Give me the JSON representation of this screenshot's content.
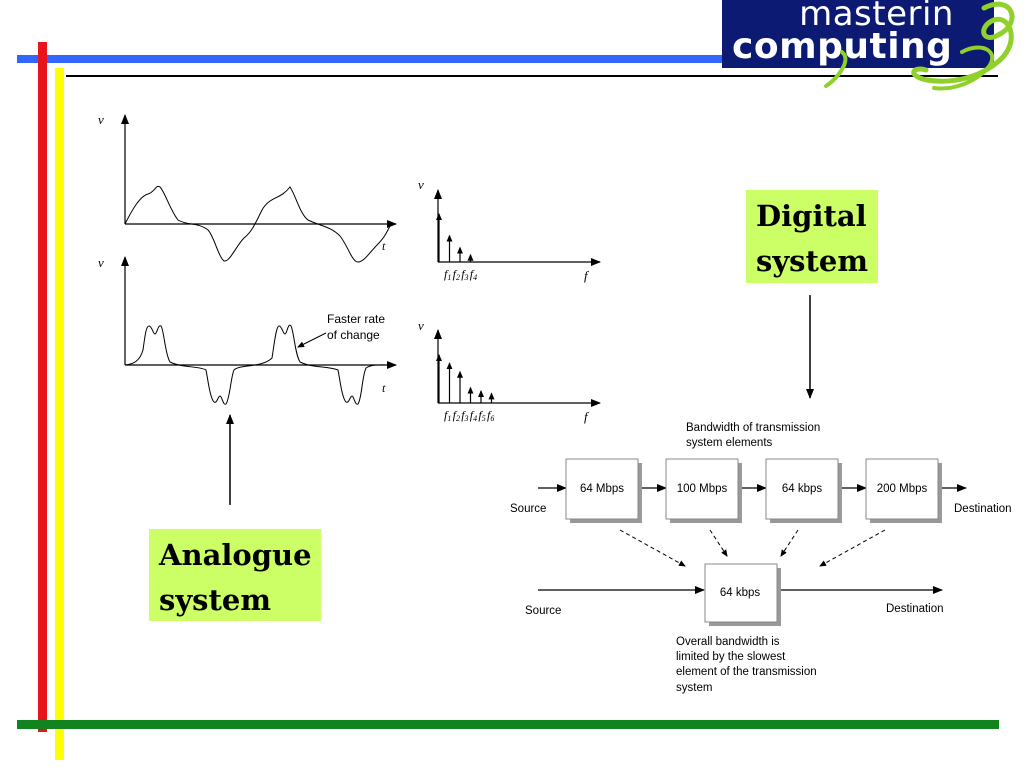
{
  "logo": {
    "line1": "masterin",
    "line2": "computing",
    "colors": {
      "background": "#0c1a73",
      "text": "#ffffff",
      "swirl": "#8fd12a"
    }
  },
  "frame_colors": {
    "red": "#e8141c",
    "yellow": "#ffff00",
    "blue": "#3366ff",
    "green": "#11841f"
  },
  "callouts": {
    "analogue": {
      "line1": "Analogue",
      "line2": "system",
      "color": "#ccff66"
    },
    "digital": {
      "line1": "Digital",
      "line2": "system",
      "color": "#ccff66"
    }
  },
  "waveforms": {
    "top": {
      "v_label": "v",
      "t_label": "t"
    },
    "bottom": {
      "v_label": "v",
      "t_label": "t",
      "annotation_line1": "Faster rate",
      "annotation_line2": "of change"
    }
  },
  "spectra": {
    "top": {
      "v_label": "v",
      "f_label": "f",
      "harmonic_labels": [
        "f1",
        "f2",
        "f3",
        "f4"
      ],
      "relative_amplitudes": [
        1.0,
        0.55,
        0.3,
        0.15
      ]
    },
    "bottom": {
      "v_label": "v",
      "f_label": "f",
      "harmonic_labels": [
        "f1",
        "f2",
        "f3",
        "f4",
        "f5",
        "f6"
      ],
      "relative_amplitudes": [
        1.0,
        0.83,
        0.65,
        0.32,
        0.25,
        0.2
      ]
    }
  },
  "network": {
    "title_line1": "Bandwidth of transmission",
    "title_line2": "system elements",
    "elements": [
      "64 Mbps",
      "100 Mbps",
      "64 kbps",
      "200 Mbps"
    ],
    "source_label": "Source",
    "destination_label": "Destination",
    "overall": {
      "box_label": "64 kbps",
      "source_label": "Source",
      "destination_label": "Destination",
      "caption": [
        "Overall bandwidth is",
        "limited by the slowest",
        "element of the transmission",
        "system"
      ]
    }
  }
}
